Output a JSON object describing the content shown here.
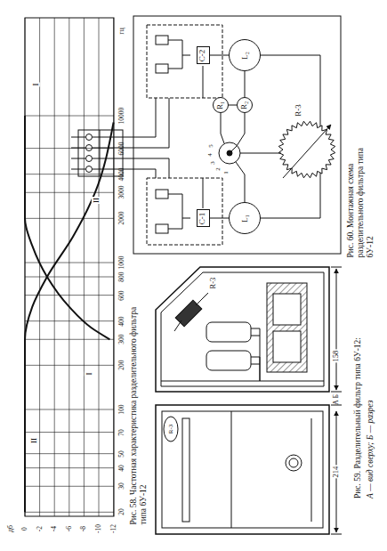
{
  "diagram": {
    "nodes": [
      {
        "text": [
          "C-2"
        ]
      },
      {
        "text": [
          "L₂"
        ]
      },
      {
        "text": [
          "R₁"
        ]
      },
      {
        "text": [
          "R₂"
        ]
      },
      {
        "text": [
          "C-1"
        ]
      },
      {
        "text": [
          "L₁"
        ]
      }
    ],
    "edges": [
      {
        "from": 0,
        "to": 1,
        "arrow": "none"
      },
      {
        "from": 1,
        "to": 3,
        "arrow": "none"
      },
      {
        "from": 2,
        "to": 3,
        "arrow": "none"
      },
      {
        "from": 4,
        "to": 5,
        "arrow": "none"
      }
    ],
    "labels": [
      "дб",
      "0",
      "-2",
      "-4",
      "-6",
      "-8",
      "-10",
      "-12",
      "20",
      "30",
      "40",
      "50",
      "70",
      "100",
      "200",
      "300",
      "400",
      "600",
      "800",
      "1000",
      "2000",
      "3000",
      "4000",
      "6000",
      "10000",
      "гц",
      "I",
      "II",
      "I",
      "II",
      "Рис. 58. Частотная характеристика разделительного фильтра типа 6У-12",
      "1",
      "2",
      "3",
      "4",
      "5",
      "R-3",
      "Рис. 60. Монтажная схема разделительного фильтра типа 6У-12",
      "R-3",
      "R-3",
      "158",
      "Б",
      "А",
      "214",
      "Рис. 59. Разделительный фильтр типа 6У-12:",
      "А — вид сверху; Б — разрез"
    ]
  }
}
